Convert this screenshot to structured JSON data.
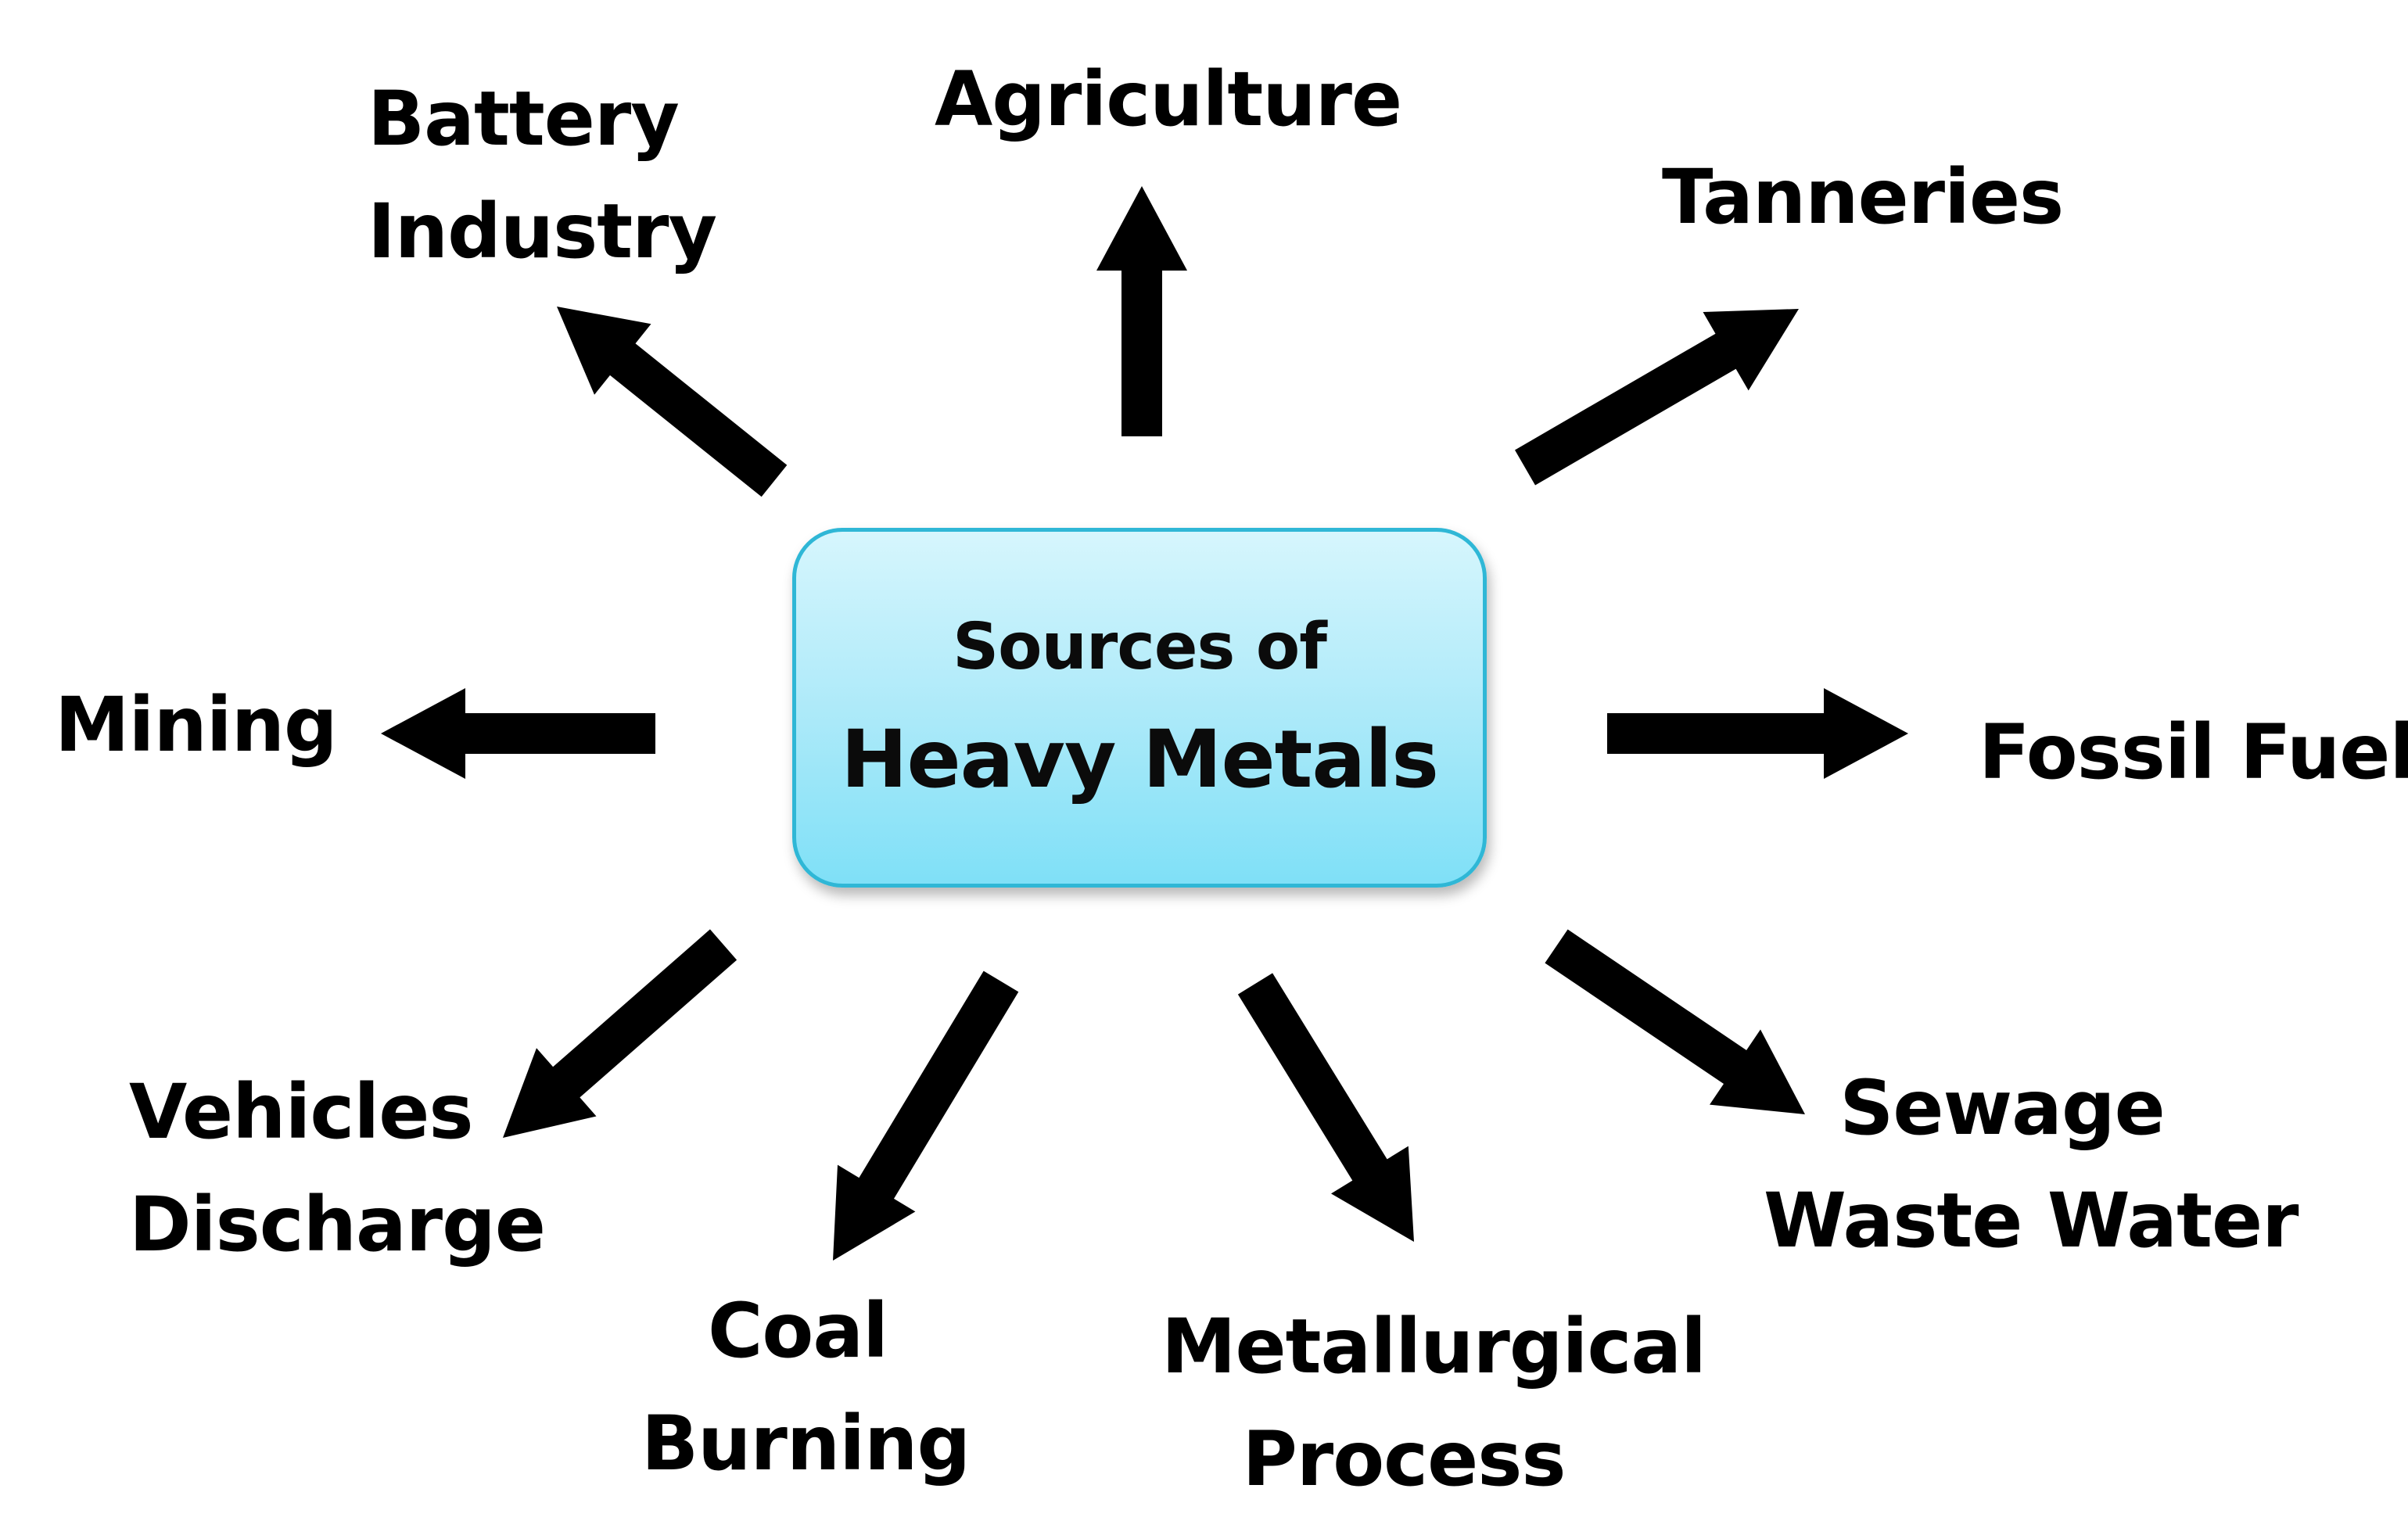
{
  "center": {
    "line1": "Sources of",
    "line2": "Heavy Metals"
  },
  "sources": {
    "battery_industry": [
      "Battery",
      "Industry"
    ],
    "agriculture": [
      "Agriculture"
    ],
    "tanneries": [
      "Tanneries"
    ],
    "mining": [
      "Mining"
    ],
    "fossil_fuel": [
      "Fossil Fuel"
    ],
    "vehicles_discharge": [
      "Vehicles",
      "Discharge"
    ],
    "coal_burning": [
      "Coal",
      "Burning"
    ],
    "metallurgical_process": [
      "Metallurgical",
      "Process"
    ],
    "sewage_waste_water": [
      "Sewage",
      "Waste Water"
    ]
  },
  "colors": {
    "arrow": "#000000",
    "box_border": "#2fb7d6",
    "box_fill_top": "#d6f6fd",
    "box_fill_bottom": "#7fe0f7"
  }
}
